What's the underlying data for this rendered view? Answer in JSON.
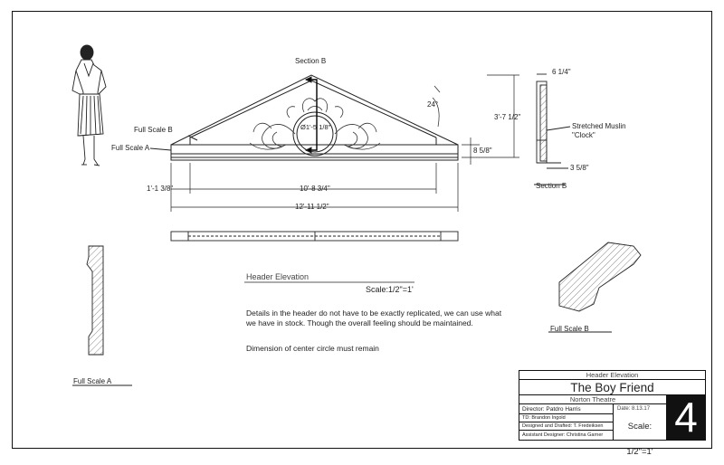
{
  "labels": {
    "section_b_top": "Section B",
    "full_scale_b": "Full Scale B",
    "full_scale_a": "Full Scale A",
    "angle": "24°",
    "circle_dim": "Ø1'-5 1/8\"",
    "height_dim": "3'-7 1/2\"",
    "base_dim": "8 5/8\"",
    "left_dim": "1'-1 3/8\"",
    "center_dim": "10'-8 3/4\"",
    "overall_dim": "12'-11 1/2\"",
    "top_width_dim": "6 1/4\"",
    "muslin_line1": "Stretched Muslin",
    "muslin_line2": "\"Clock\"",
    "bottom_width_dim": "3 5/8\"",
    "section_b_caption": "Section B",
    "header_elevation": "Header Elevation",
    "scale_text": "Scale:1/2\"=1'",
    "full_scale_b_caption": "Full Scale B",
    "full_scale_a_caption": "Full Scale A"
  },
  "notes": {
    "details": "Details in the header do not have to be exactly replicated, we can use what we have in stock.  Though the overall feeling should be maintained.",
    "circle": "Dimension of center circle must remain"
  },
  "title_block": {
    "subtitle": "Header Elevation",
    "title": "The Boy Friend",
    "venue": "Norton Theatre",
    "director": "Director: Patdro Harris",
    "date": "Date: 8.13.17",
    "td": "TD: Brandon Ingold",
    "designer": "Designed and Drafted: T. Fredeiksen",
    "assistant": "Assistant Designer: Christina Garner",
    "scale": "Scale: 1/2\"=1'",
    "sheet_number": "4"
  }
}
